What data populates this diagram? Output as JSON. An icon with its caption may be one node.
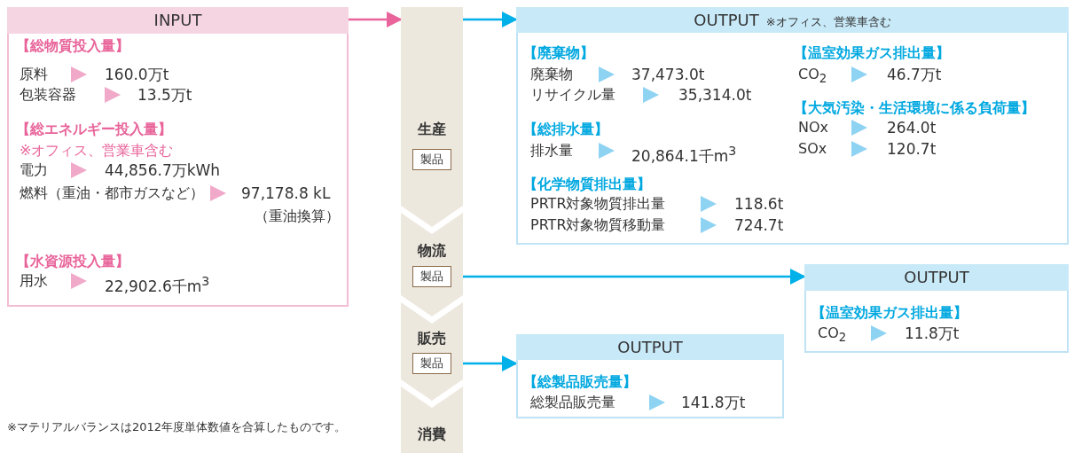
{
  "diagram": {
    "nodes": [
      {
        "text": [
          "INPUT",
          "【総物質投入量】",
          "原料",
          "160.0万t",
          "包装容器",
          "13.5万t",
          "【総エネルギー投入量】",
          "※オフィス、営業車含む",
          "電力",
          "44,856.7万kWh",
          "燃料（重油・都市ガスなど）",
          "97,178.8 kL",
          "（重油換算）",
          "【水資源投入量】",
          "用水",
          "22,902.6千m$^{3}$"
        ]
      },
      {
        "text": [
          "生産"
        ]
      },
      {
        "text": [
          "製品"
        ],
        "in": 1
      },
      {
        "text": [
          "物流"
        ]
      },
      {
        "text": [
          "製品"
        ],
        "in": 3
      },
      {
        "text": [
          "販売"
        ]
      },
      {
        "text": [
          "製品"
        ],
        "in": 5
      },
      {
        "text": [
          "消費"
        ]
      },
      {
        "text": [
          "OUTPUT",
          "※オフィス、営業車含む",
          "【廃棄物】",
          "廃棄物",
          "37,473.0t",
          "リサイクル量",
          "35,314.0t",
          "【総排水量】",
          "排水量",
          "20,864.1千m$^{3}$",
          "【化学物質排出量】",
          "PRTR対象物質排出量",
          "118.6t",
          "PRTR対象物質移動量",
          "724.7t",
          "【温室効果ガス排出量】",
          "CO$_{2}$",
          "46.7万t",
          "【大気汚染・生活環境に係る負荷量】",
          "NOx",
          "264.0t",
          "SOx",
          "120.7t"
        ]
      },
      {
        "text": [
          "OUTPUT",
          "【温室効果ガス排出量】",
          "CO$_{2}$",
          "11.8万t"
        ]
      },
      {
        "text": [
          "OUTPUT",
          "【総製品販売量】",
          "総製品販売量",
          "141.8万t"
        ]
      }
    ],
    "edges": [
      {
        "from": 0,
        "to": 1,
        "arrow": "to",
        "color": "#e8649a"
      },
      {
        "from": 1,
        "to": 8,
        "arrow": "to"
      },
      {
        "from": 4,
        "to": 9,
        "arrow": "to"
      },
      {
        "from": 6,
        "to": 10,
        "arrow": "to"
      }
    ],
    "labels": [
      "※マテリアルバランスは2012年度単体数値を合算したものです。"
    ]
  }
}
